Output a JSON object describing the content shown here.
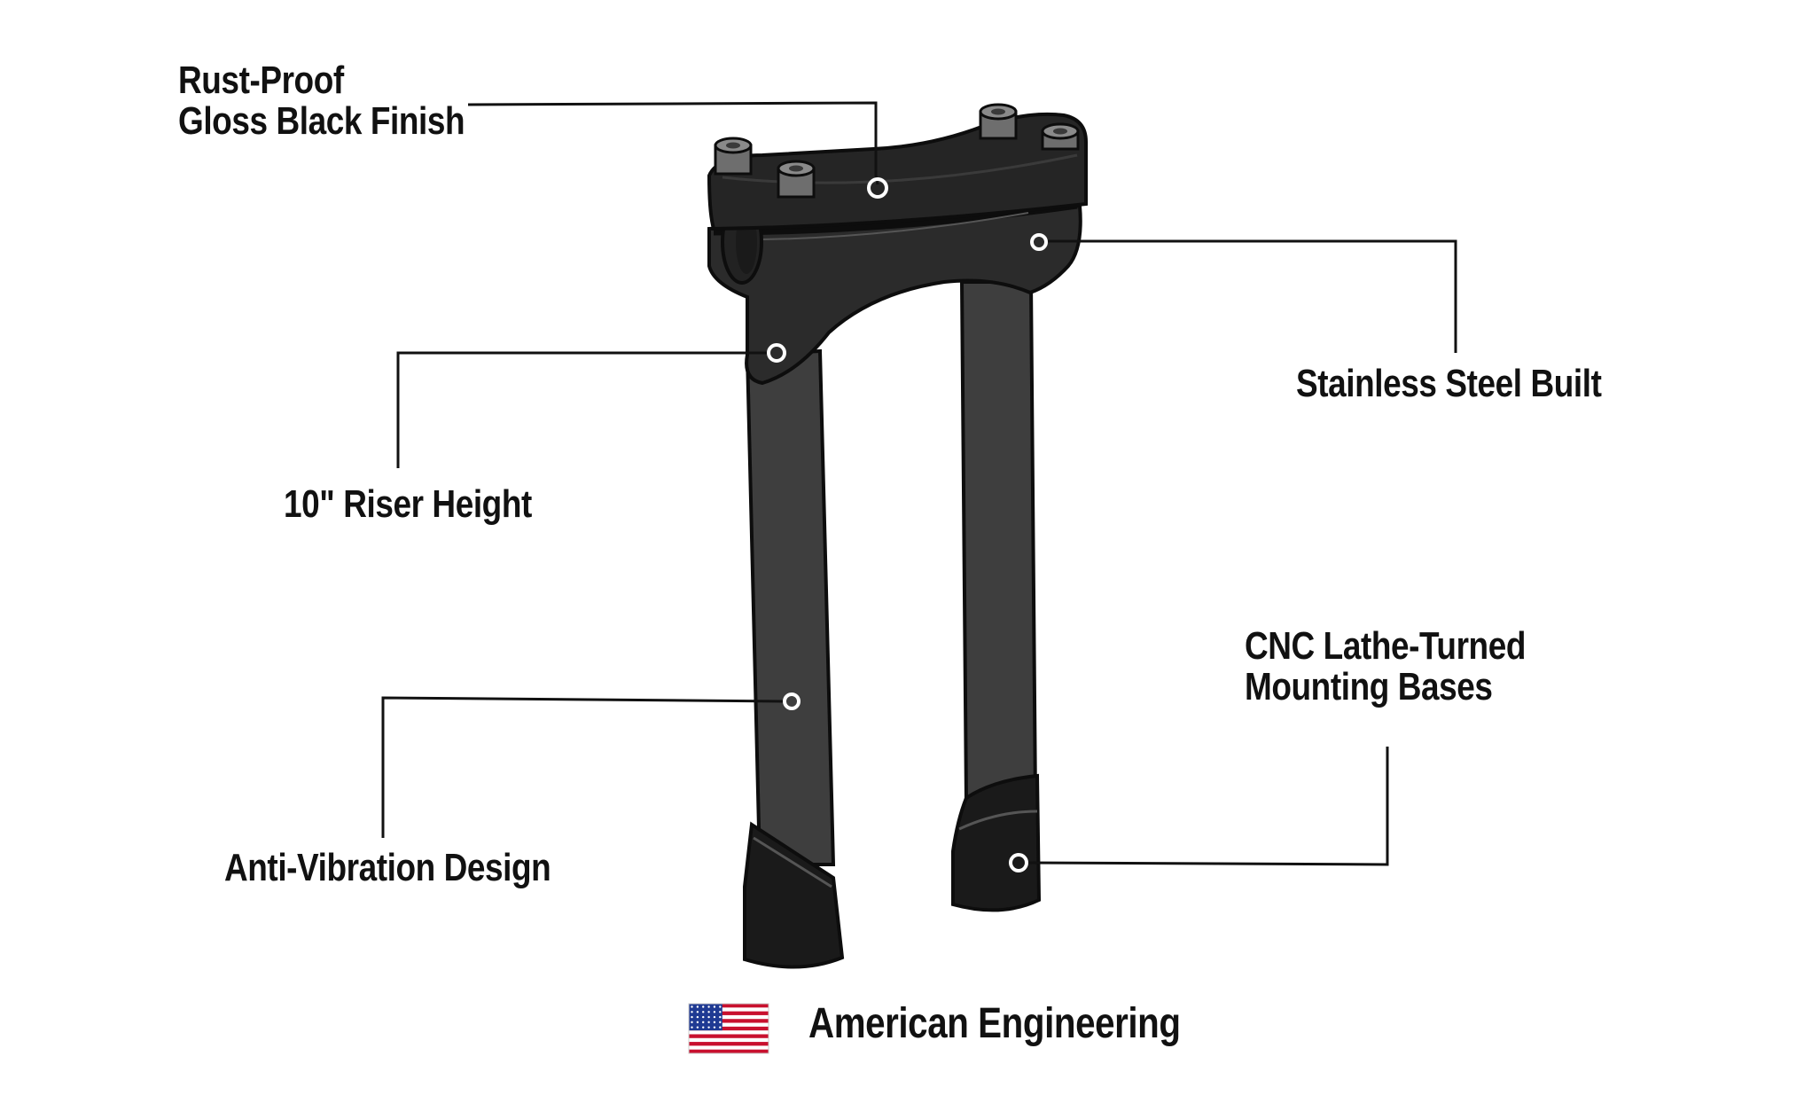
{
  "callouts": {
    "finish": {
      "line1": "Rust-Proof",
      "line2": "Gloss Black Finish"
    },
    "steel": {
      "text": "Stainless Steel Built"
    },
    "height": {
      "text": "10\" Riser Height"
    },
    "bases": {
      "line1": "CNC Lathe-Turned",
      "line2": "Mounting Bases"
    },
    "vibration": {
      "text": "Anti-Vibration Design"
    }
  },
  "footer": {
    "text": "American Engineering",
    "flag_icon": "us-flag-icon"
  },
  "colors": {
    "background": "#ffffff",
    "text": "#111111",
    "riser_body": "#2b2b2b",
    "riser_dark": "#1a1a1a",
    "riser_tube": "#3e3e3e",
    "bolt": "#6e6e6e",
    "flag_red": "#c8102e",
    "flag_blue": "#1f3a93"
  }
}
